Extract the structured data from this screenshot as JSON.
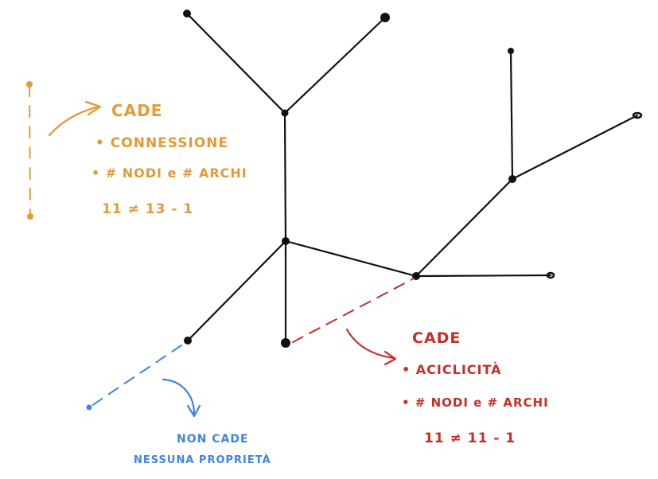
{
  "colors": {
    "tree": "#111111",
    "orange": "#e49a37",
    "red": "#c62f26",
    "blue": "#3e84e6"
  },
  "annotations": {
    "orange": {
      "title": "CADE",
      "items": [
        "• CONNESSIONE",
        "• # NODI e # ARCHI"
      ],
      "formula": "11 ≠ 13 - 1"
    },
    "red": {
      "title": "CADE",
      "items": [
        "• ACICLICITÀ",
        "• # NODI e # ARCHI"
      ],
      "formula": "11 ≠ 11 - 1"
    },
    "blue": {
      "lines": [
        "NON CADE",
        "NESSUNA PROPRIETÀ"
      ]
    }
  }
}
